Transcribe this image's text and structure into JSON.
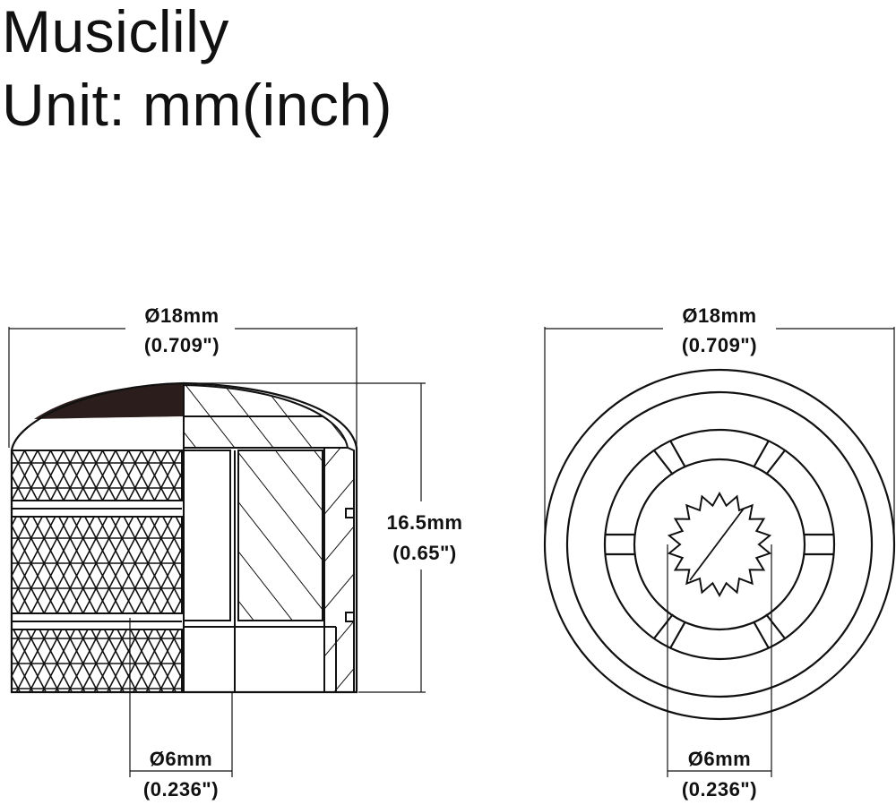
{
  "header": {
    "brand": "Musiclily",
    "unit": "Unit: mm(inch)"
  },
  "side_view": {
    "diameter_mm": "Ø18mm",
    "diameter_in": "(0.709\")",
    "height_mm": "16.5mm",
    "height_in": "(0.65\")",
    "shaft_mm": "Ø6mm",
    "shaft_in": "(0.236\")"
  },
  "top_view": {
    "diameter_mm": "Ø18mm",
    "diameter_in": "(0.709\")",
    "shaft_mm": "Ø6mm",
    "shaft_in": "(0.236\")"
  },
  "colors": {
    "ink": "#111111",
    "background": "#ffffff"
  }
}
